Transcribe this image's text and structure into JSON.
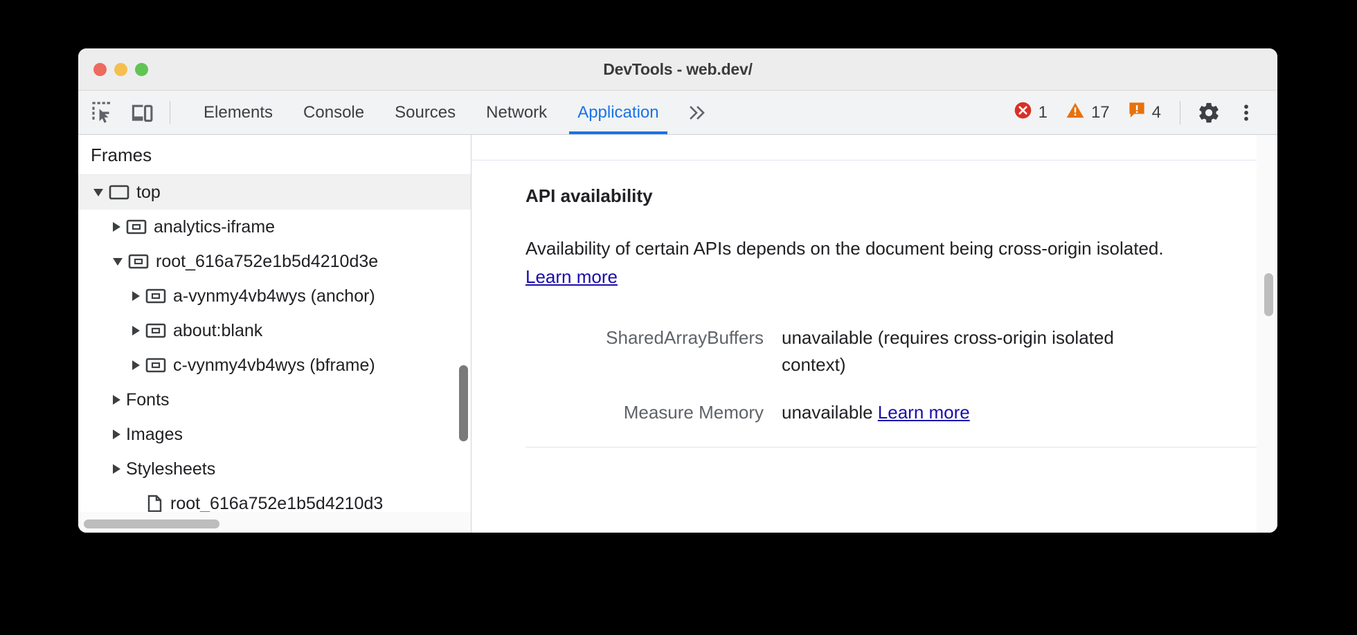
{
  "window": {
    "title": "DevTools - web.dev/",
    "traffic_lights": [
      "close-red",
      "minimize-yellow",
      "maximize-green"
    ]
  },
  "toolbar": {
    "inspect_icon": "inspect-element-icon",
    "device_icon": "device-toolbar-icon",
    "tabs": [
      {
        "label": "Elements",
        "active": false
      },
      {
        "label": "Console",
        "active": false
      },
      {
        "label": "Sources",
        "active": false
      },
      {
        "label": "Network",
        "active": false
      },
      {
        "label": "Application",
        "active": true
      }
    ],
    "more_tabs_label": "»",
    "counters": [
      {
        "icon": "error-icon",
        "value": "1",
        "color": "#d93025"
      },
      {
        "icon": "warning-icon",
        "value": "17",
        "color": "#e8710a"
      },
      {
        "icon": "issue-icon",
        "value": "4",
        "color": "#e8710a"
      }
    ],
    "settings_icon": "gear-icon",
    "menu_icon": "kebab-menu-icon"
  },
  "sidebar": {
    "header": "Frames",
    "tree": [
      {
        "label": "top",
        "depth": 0,
        "state": "open",
        "icon": "page-frame-icon",
        "selected": true
      },
      {
        "label": "analytics-iframe",
        "depth": 1,
        "state": "closed",
        "icon": "iframe-icon",
        "selected": false
      },
      {
        "label": "root_616a752e1b5d4210d3e",
        "depth": 1,
        "state": "open",
        "icon": "iframe-icon",
        "selected": false
      },
      {
        "label": "a-vynmy4vb4wys (anchor)",
        "depth": 2,
        "state": "closed",
        "icon": "iframe-icon",
        "selected": false
      },
      {
        "label": "about:blank",
        "depth": 2,
        "state": "closed",
        "icon": "iframe-icon",
        "selected": false
      },
      {
        "label": "c-vynmy4vb4wys (bframe)",
        "depth": 2,
        "state": "closed",
        "icon": "iframe-icon",
        "selected": false
      },
      {
        "label": "Fonts",
        "depth": 1,
        "state": "closed",
        "icon": "none",
        "selected": false
      },
      {
        "label": "Images",
        "depth": 1,
        "state": "closed",
        "icon": "none",
        "selected": false
      },
      {
        "label": "Stylesheets",
        "depth": 1,
        "state": "closed",
        "icon": "none",
        "selected": false
      },
      {
        "label": "root_616a752e1b5d4210d3",
        "depth": 2,
        "state": "leaf",
        "icon": "document-icon",
        "selected": false
      }
    ],
    "vscrollbar": "sidebar-vertical-scrollbar",
    "hscrollbar": "sidebar-horizontal-scrollbar"
  },
  "main": {
    "section_title": "API availability",
    "paragraph_before_link": "Availability of certain APIs depends on the document being cross-origin isolated. ",
    "paragraph_link": "Learn more",
    "rows": [
      {
        "key": "SharedArrayBuffers",
        "value": "unavailable   (requires cross-origin isolated context)",
        "link": ""
      },
      {
        "key": "Measure Memory",
        "value": "unavailable ",
        "link": "Learn more"
      }
    ],
    "vscrollbar": "main-vertical-scrollbar"
  }
}
